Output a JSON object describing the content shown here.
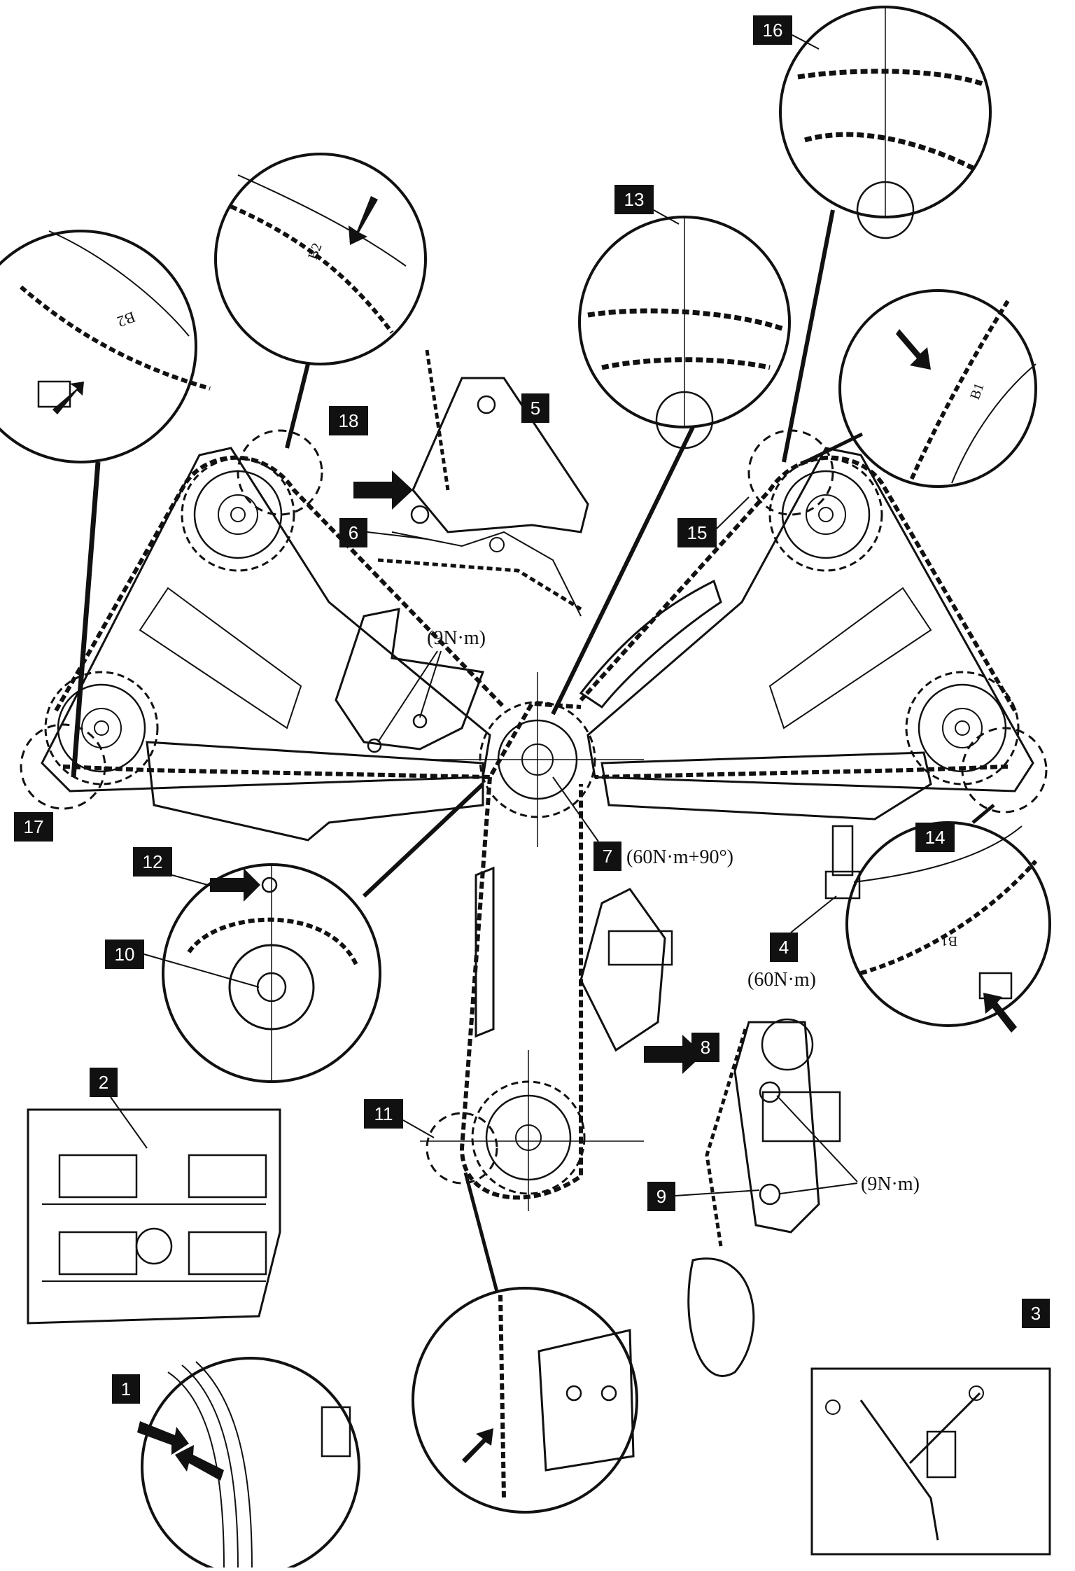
{
  "callouts": {
    "c1": "1",
    "c2": "2",
    "c3": "3",
    "c4": "4",
    "c5": "5",
    "c6": "6",
    "c7": "7",
    "c8": "8",
    "c9": "9",
    "c10": "10",
    "c11": "11",
    "c12": "12",
    "c13": "13",
    "c14": "14",
    "c15": "15",
    "c16": "16",
    "c17": "17",
    "c18": "18"
  },
  "torque": {
    "t_upper_guide": "(9N·m)",
    "t_crank": "(60N·m+90°)",
    "t_tensioner_plug": "(60N·m)",
    "t_tensioner": "(9N·m)"
  },
  "marks": {
    "m_b2_a": "B2",
    "m_b2_b": "B2",
    "m_b1_a": "B1",
    "m_b1_b": "B1"
  },
  "colors": {
    "ink": "#111111",
    "paper": "#ffffff"
  }
}
